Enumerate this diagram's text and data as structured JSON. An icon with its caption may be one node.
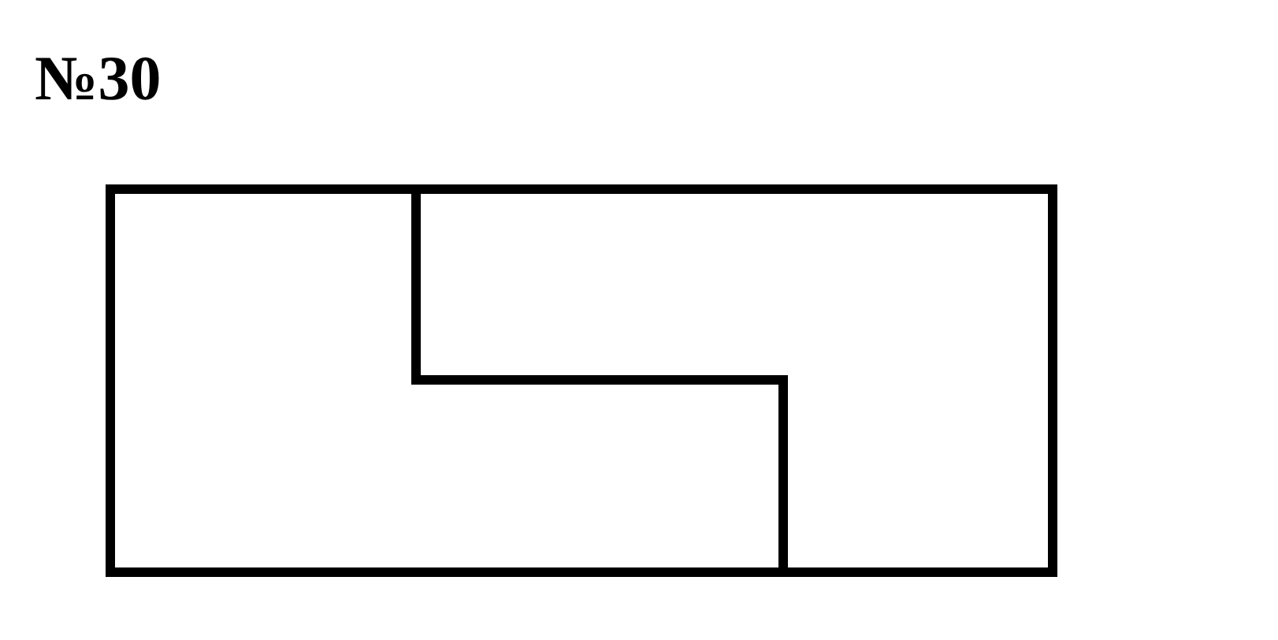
{
  "diagram": {
    "title": "№30",
    "nodes": [
      {
        "text": [],
        "shape": "polygon"
      },
      {
        "text": [],
        "shape": "polygon"
      }
    ]
  }
}
